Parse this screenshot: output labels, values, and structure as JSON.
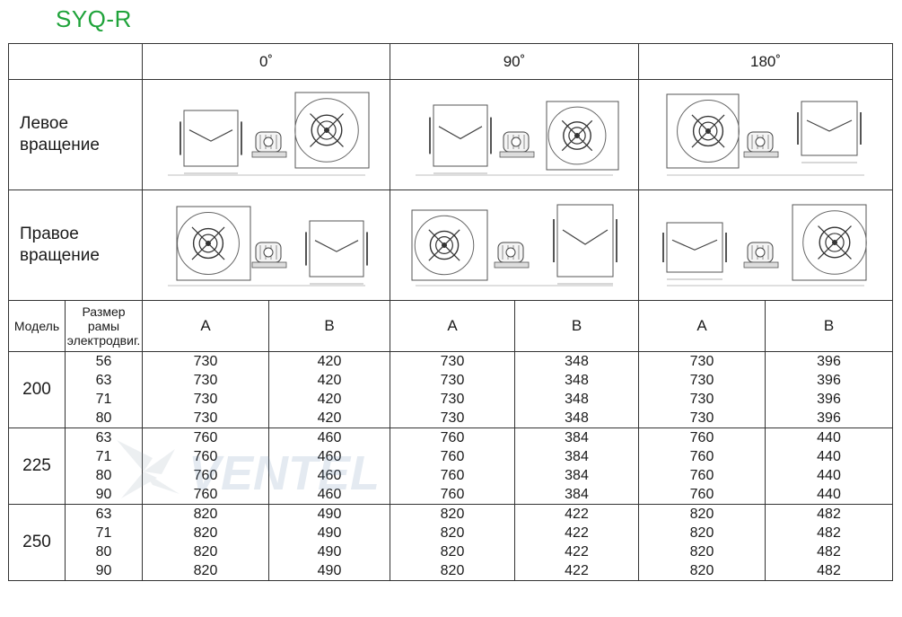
{
  "page": {
    "title": "SYQ-R",
    "title_color": "#1fa33a"
  },
  "table": {
    "angles": [
      "0˚",
      "90˚",
      "180˚"
    ],
    "rotation_labels": [
      {
        "line1": "Левое",
        "line2": "вращение"
      },
      {
        "line1": "Правое",
        "line2": "вращение"
      }
    ],
    "col_headers": {
      "model": "Модель",
      "frame_l1": "Размер",
      "frame_l2": "рамы",
      "frame_l3": "электродвиг.",
      "a": "A",
      "b": "B"
    },
    "groups": [
      {
        "model": "200",
        "rows": [
          {
            "frame": "56",
            "a0": "730",
            "b0": "420",
            "a90": "730",
            "b90": "348",
            "a180": "730",
            "b180": "396"
          },
          {
            "frame": "63",
            "a0": "730",
            "b0": "420",
            "a90": "730",
            "b90": "348",
            "a180": "730",
            "b180": "396"
          },
          {
            "frame": "71",
            "a0": "730",
            "b0": "420",
            "a90": "730",
            "b90": "348",
            "a180": "730",
            "b180": "396"
          },
          {
            "frame": "80",
            "a0": "730",
            "b0": "420",
            "a90": "730",
            "b90": "348",
            "a180": "730",
            "b180": "396"
          }
        ]
      },
      {
        "model": "225",
        "rows": [
          {
            "frame": "63",
            "a0": "760",
            "b0": "460",
            "a90": "760",
            "b90": "384",
            "a180": "760",
            "b180": "440"
          },
          {
            "frame": "71",
            "a0": "760",
            "b0": "460",
            "a90": "760",
            "b90": "384",
            "a180": "760",
            "b180": "440"
          },
          {
            "frame": "80",
            "a0": "760",
            "b0": "460",
            "a90": "760",
            "b90": "384",
            "a180": "760",
            "b180": "440"
          },
          {
            "frame": "90",
            "a0": "760",
            "b0": "460",
            "a90": "760",
            "b90": "384",
            "a180": "760",
            "b180": "440"
          }
        ]
      },
      {
        "model": "250",
        "rows": [
          {
            "frame": "63",
            "a0": "820",
            "b0": "490",
            "a90": "820",
            "b90": "422",
            "a180": "820",
            "b180": "482"
          },
          {
            "frame": "71",
            "a0": "820",
            "b0": "490",
            "a90": "820",
            "b90": "422",
            "a180": "820",
            "b180": "482"
          },
          {
            "frame": "80",
            "a0": "820",
            "b0": "490",
            "a90": "820",
            "b90": "422",
            "a180": "820",
            "b180": "482"
          },
          {
            "frame": "90",
            "a0": "820",
            "b0": "490",
            "a90": "820",
            "b90": "422",
            "a180": "820",
            "b180": "482"
          }
        ]
      }
    ]
  },
  "watermark": {
    "text": "VENTEL"
  }
}
